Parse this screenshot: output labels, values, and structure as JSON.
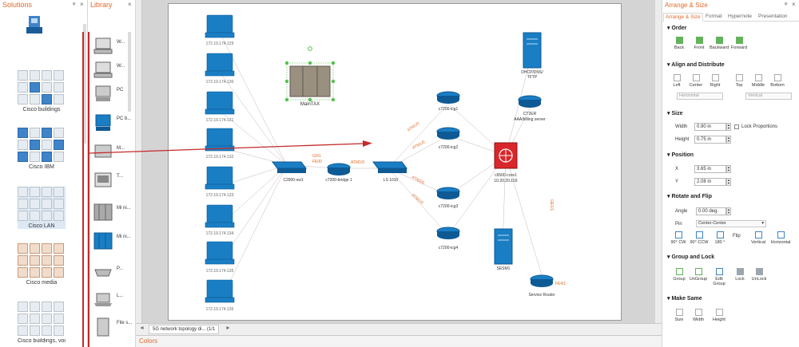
{
  "solutions": {
    "title": "Solutions",
    "pin": "ᵠ",
    "close": "×",
    "categories": [
      {
        "label": "Cisco buildings"
      },
      {
        "label": "Cisco IBM"
      },
      {
        "label": "Cisco LAN"
      },
      {
        "label": "Cisco media"
      },
      {
        "label": "Cisco buildings, voice, ph..."
      }
    ]
  },
  "library": {
    "title": "Library",
    "close": "×",
    "items": [
      {
        "label": "W..."
      },
      {
        "label": "W..."
      },
      {
        "label": "PC"
      },
      {
        "label": "PC b..."
      },
      {
        "label": "M..."
      },
      {
        "label": "T..."
      },
      {
        "label": "Mi ni..."
      },
      {
        "label": "Mi ni..."
      },
      {
        "label": "P..."
      },
      {
        "label": "L..."
      },
      {
        "label": "File s..."
      }
    ]
  },
  "canvas": {
    "tab_label": "5G network topology di... (1/1",
    "tab_prev": "◄",
    "tab_next": "►",
    "hosts": [
      "172.19.174.129",
      "172.19.174.130",
      "172.19.174.131",
      "172.19.174.132",
      "172.19.174.133",
      "172.19.174.134",
      "172.19.174.135",
      "172.19.174.136"
    ],
    "devices": {
      "mainframe": "MainTAX",
      "switch1": "C2900-sw1",
      "bridge": "c7200-bridge 1",
      "ls1010": "LS 1010",
      "r1": "c7200-icg1",
      "r2": "c7200-icg2",
      "r3": "c7200-icg3",
      "r4": "c7200-icg4",
      "core_a": "c6500-core1",
      "core_b": "10.20.20.103",
      "dhcp_a": "DHCP/DNS/",
      "dhcp_b": "TFTP",
      "aaa_a": "CT2ER",
      "aaa_b": "AAA/billing server",
      "sesm": "SESM1",
      "svc": "Service Router"
    },
    "link_labels": {
      "g01": "G0/1",
      "fe00": "FE00",
      "atm10a": "ATM1/0",
      "atm10b": "ATM1/0",
      "atm2": "ATM1/0",
      "atm3": "ATM2/0",
      "atm4": "ATM1/0",
      "atm5": "ATM1/0",
      "ge1": "GE1/1",
      "fe2": "FE4/1"
    }
  },
  "colors": {
    "title": "Colors",
    "accent": "#e06b2a",
    "device_blue": "#1a7ec4",
    "arrow_red": "#c42a2a"
  },
  "arrange": {
    "title": "Arrange & Size",
    "pin": "ᵠ",
    "close": "×",
    "tabs": [
      "Arrange & Size",
      "Format",
      "Hypernote",
      "Presentation"
    ],
    "order": {
      "header": "Order",
      "buttons": [
        "Back",
        "Front",
        "Backward",
        "Forward"
      ]
    },
    "align": {
      "header": "Align and Distribute",
      "buttons": [
        "Left",
        "Center",
        "Right",
        "Top",
        "Middle",
        "Bottom"
      ],
      "horizontal": "Horizontal",
      "vertical": "Vertical"
    },
    "size": {
      "header": "Size",
      "width_label": "Width",
      "width_value": "0.90 in",
      "height_label": "Height",
      "height_value": "0.75 in",
      "lock_label": "Lock Proportions"
    },
    "position": {
      "header": "Position",
      "x_label": "X",
      "x_value": "3.65 in",
      "y_label": "Y",
      "y_value": "2.08 in"
    },
    "rotate": {
      "header": "Rotate and Flip",
      "angle_label": "Angle",
      "angle_value": "0.00 deg.",
      "pin_label": "Pin",
      "pin_value": "Center-Center",
      "buttons": [
        "90° CW",
        "90° CCW",
        "180 °"
      ],
      "flip_label": "Flip",
      "flip_buttons": [
        "Vertical",
        "Horizontal"
      ]
    },
    "group": {
      "header": "Group and Lock",
      "buttons": [
        "Group",
        "UnGroup",
        "Edit Group",
        "Lock",
        "UnLock"
      ]
    },
    "make_same": {
      "header": "Make Same",
      "buttons": [
        "Size",
        "Width",
        "Height"
      ]
    }
  }
}
